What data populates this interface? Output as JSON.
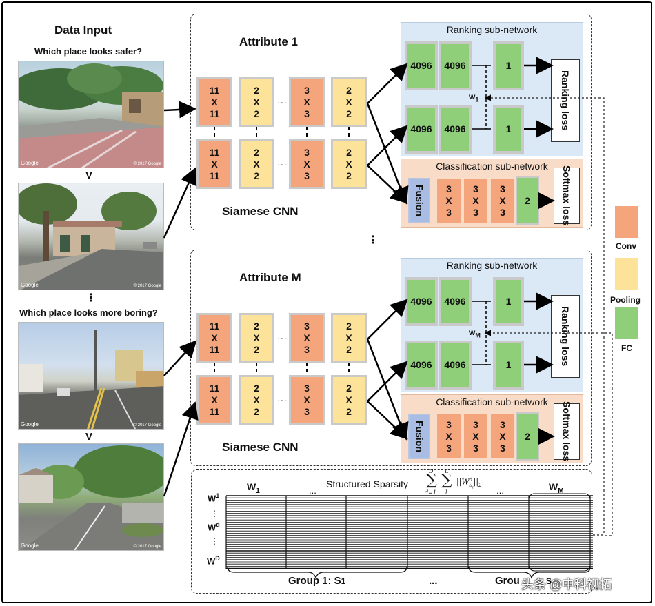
{
  "data_input_title": "Data Input",
  "question_1": "Which place looks safer?",
  "question_2": "Which place looks more boring?",
  "versus_symbol": "V",
  "vertical_ellipsis": "⋮",
  "google_label": "Google",
  "copyright_label": "© 2017 Google",
  "attributes": [
    {
      "title": "Attribute 1",
      "siamese_label": "Siamese CNN",
      "ranking_title": "Ranking sub-network",
      "classification_title": "Classification sub-network",
      "weight_label": "w",
      "weight_sub": "1"
    },
    {
      "title": "Attribute M",
      "siamese_label": "Siamese CNN",
      "ranking_title": "Ranking sub-network",
      "classification_title": "Classification sub-network",
      "weight_label": "w",
      "weight_sub": "M"
    }
  ],
  "cnn_blocks": [
    {
      "kind": "conv",
      "top": "11",
      "mid": "X",
      "bot": "11"
    },
    {
      "kind": "pool",
      "top": "2",
      "mid": "X",
      "bot": "2"
    },
    {
      "kind": "conv",
      "top": "3",
      "mid": "X",
      "bot": "3"
    },
    {
      "kind": "pool",
      "top": "2",
      "mid": "X",
      "bot": "2"
    }
  ],
  "cnn_ellipsis": "···",
  "fc_4096": "4096",
  "fc_1": "1",
  "fc_2": "2",
  "fusion_label": "Fusion",
  "cls_conv": {
    "top": "3",
    "mid": "X",
    "bot": "3"
  },
  "ranking_loss": "Ranking loss",
  "softmax_loss": "Softmax loss",
  "legend": [
    {
      "label": "Conv",
      "color": "#f4a57c"
    },
    {
      "label": "Pooling",
      "color": "#fde39a"
    },
    {
      "label": "FC",
      "color": "#8fcf7a"
    }
  ],
  "sparsity": {
    "title": "Structured Sparsity",
    "formula_sum1_top": "D",
    "formula_sum1_bot": "d=1",
    "formula_sum2_top": "L",
    "formula_sum2_bot": "l",
    "formula_norm": "||W",
    "formula_norm_sup": "d",
    "formula_norm_sub": "S",
    "formula_norm_subsub": "l",
    "formula_tail": "||",
    "formula_tail_sub": "2",
    "w1_label": "W",
    "w1_sub": "1",
    "wm_label": "W",
    "wm_sub": "M",
    "ellipsis": "...",
    "row_w1": "W",
    "row_w1_sup": "1",
    "row_wd": "W",
    "row_wd_sup": "d",
    "row_wD": "W",
    "row_wD_sup": "D",
    "group1": "Group 1: S",
    "group1_sub": "1",
    "group_ellipsis": "...",
    "group_l": "Grou",
    "group_l_sub": "S"
  },
  "watermark": "头条 @中科视拓"
}
